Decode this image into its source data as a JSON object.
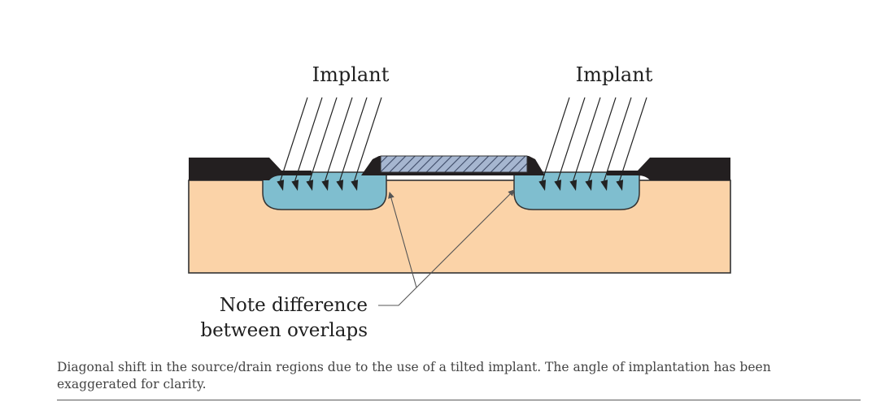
{
  "labels": {
    "implant_left": "Implant",
    "implant_right": "Implant",
    "note_line1": "Note difference",
    "note_line2": "between overlaps"
  },
  "caption": "Diagonal shift in the source/drain regions due to the use of a tilted implant. The angle of implantation has been exaggerated for clarity.",
  "colors": {
    "substrate": "#fbd3a8",
    "oxide": "#231f20",
    "implant_region": "#7fbecf",
    "gate_fill": "#a6b6d0",
    "outline": "#333333"
  }
}
